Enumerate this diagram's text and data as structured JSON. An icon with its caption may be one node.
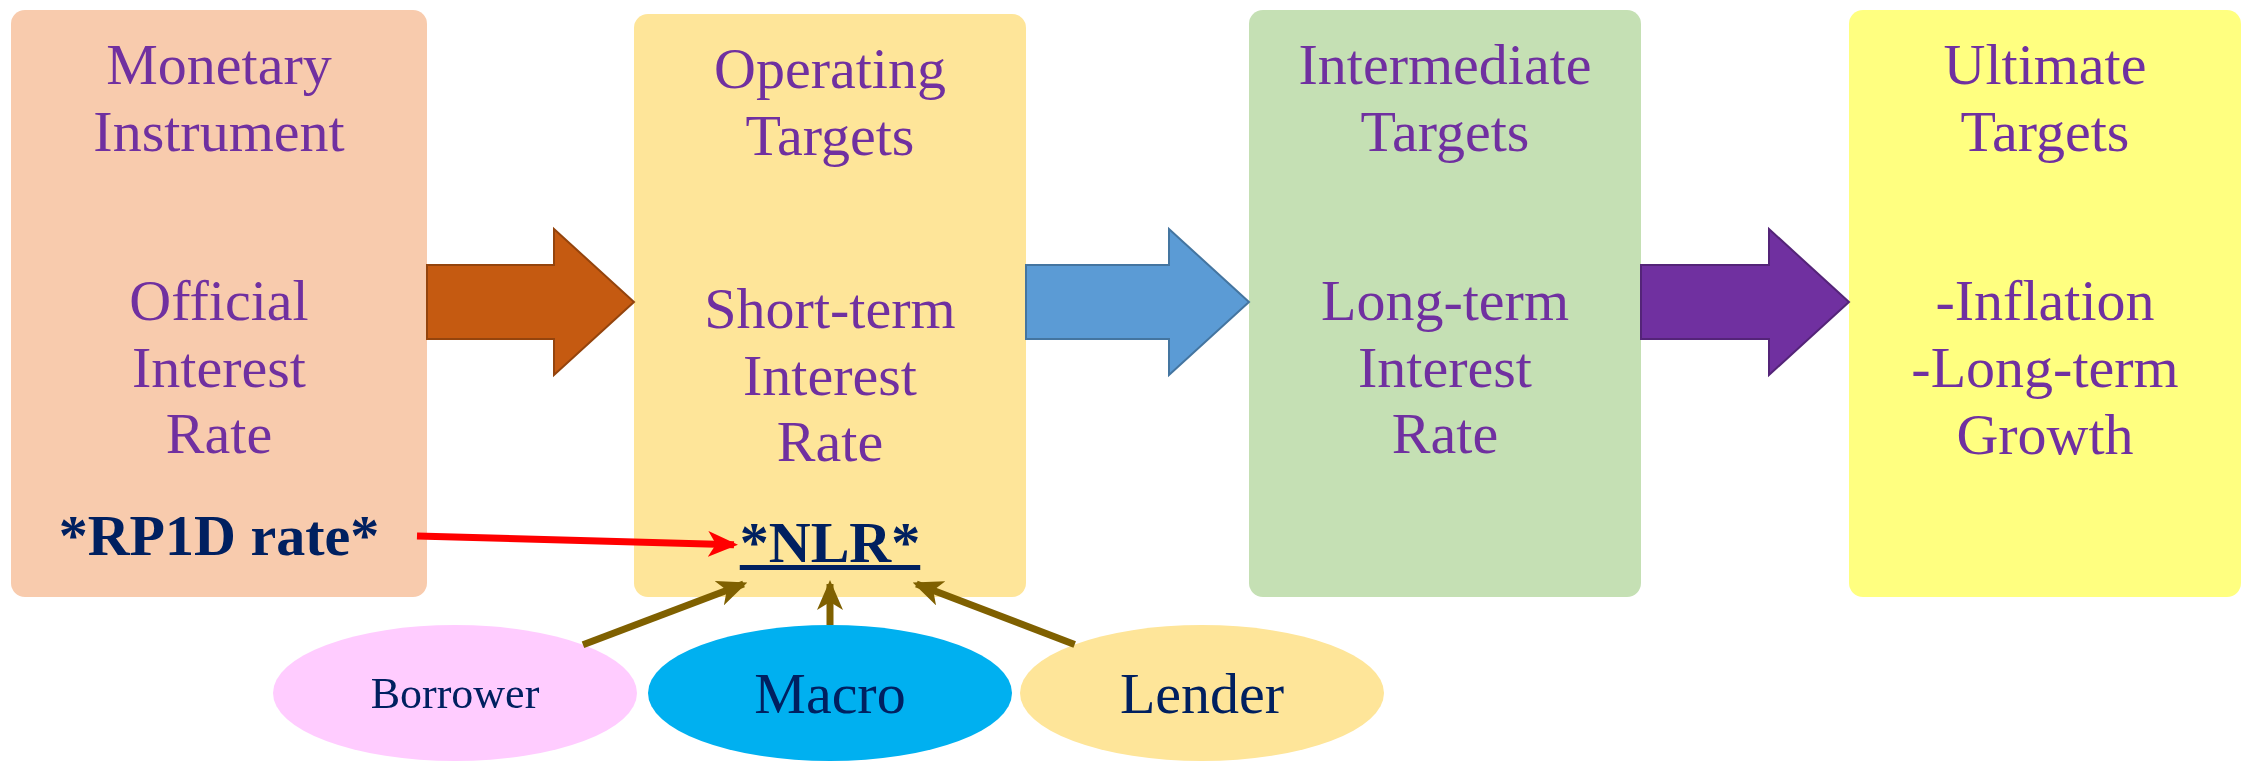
{
  "diagram": {
    "nodes": [
      {
        "text": [
          "Monetary Instrument",
          "Official Interest Rate"
        ]
      },
      {
        "text": [
          "*RP1D rate*"
        ],
        "in": 0
      },
      {
        "text": [
          "Operating Targets",
          "Short-term Interest Rate"
        ]
      },
      {
        "text": [
          "*NLR*"
        ],
        "in": 2
      },
      {
        "text": [
          "Intermediate Targets",
          "Long-term Interest Rate"
        ]
      },
      {
        "text": [
          "Ultimate Targets",
          "-Inflation",
          "-Long-term Growth"
        ]
      },
      {
        "text": [
          "Borrower"
        ]
      },
      {
        "text": [
          "Macro"
        ]
      },
      {
        "text": [
          "Lender"
        ]
      }
    ],
    "edges": [
      {
        "from": 0,
        "to": 2,
        "arrow": "to",
        "style": "thick",
        "color": "#c55a11"
      },
      {
        "from": 2,
        "to": 4,
        "arrow": "to",
        "style": "thick",
        "color": "#5b9bd5"
      },
      {
        "from": 4,
        "to": 5,
        "arrow": "to",
        "style": "thick",
        "color": "#7030a0"
      },
      {
        "from": 1,
        "to": 3,
        "arrow": "to",
        "color": "#ff0000"
      },
      {
        "from": 6,
        "to": 3,
        "arrow": "to"
      },
      {
        "from": 7,
        "to": 3,
        "arrow": "to"
      },
      {
        "from": 8,
        "to": 3,
        "arrow": "to"
      }
    ]
  }
}
